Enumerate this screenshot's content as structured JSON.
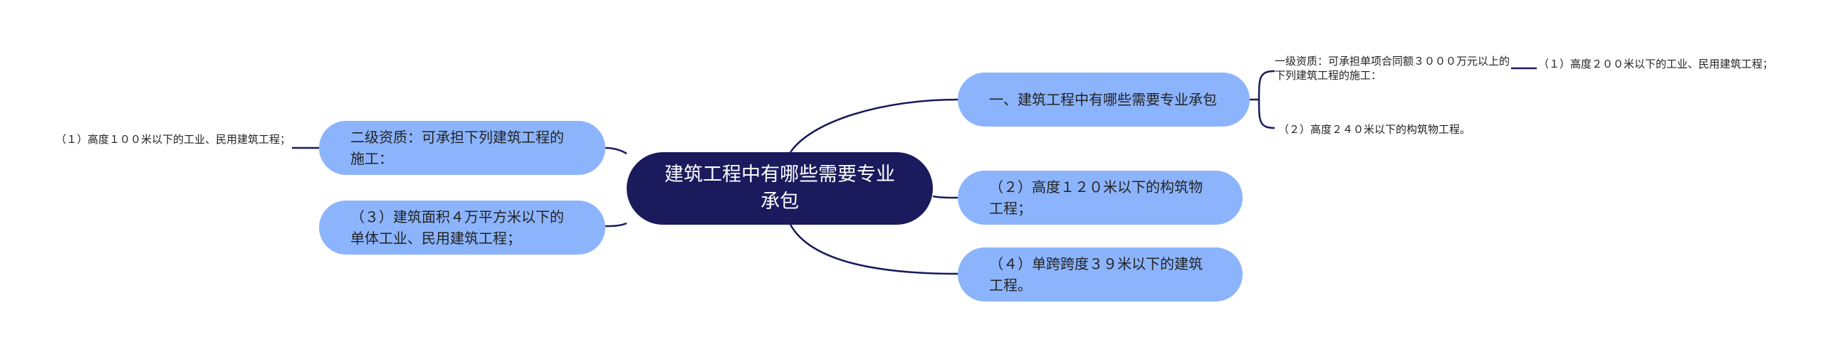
{
  "center": {
    "label": "建筑工程中有哪些需要专业承包"
  },
  "right": [
    {
      "label": "一、建筑工程中有哪些需要专业承包"
    },
    {
      "label": "（２）高度１２０米以下的构筑物工程；"
    },
    {
      "label": "（４）单跨跨度３９米以下的建筑工程。"
    }
  ],
  "left": [
    {
      "label": "二级资质：可承担下列建筑工程的施工："
    },
    {
      "label": "（３）建筑面积４万平方米以下的单体工业、民用建筑工程；"
    }
  ],
  "subs": {
    "qual1": "一级资质：可承担单项合同额３０００万元以上的下列建筑工程的施工：",
    "height240": "（２）高度２４０米以下的构筑物工程。",
    "height200": "（１）高度２００米以下的工业、民用建筑工程；",
    "height100": "（１）高度１００米以下的工业、民用建筑工程；"
  },
  "colors": {
    "center": "#1a1a5c",
    "topic": "#8cb4fc",
    "line": "#1a1a5c"
  }
}
